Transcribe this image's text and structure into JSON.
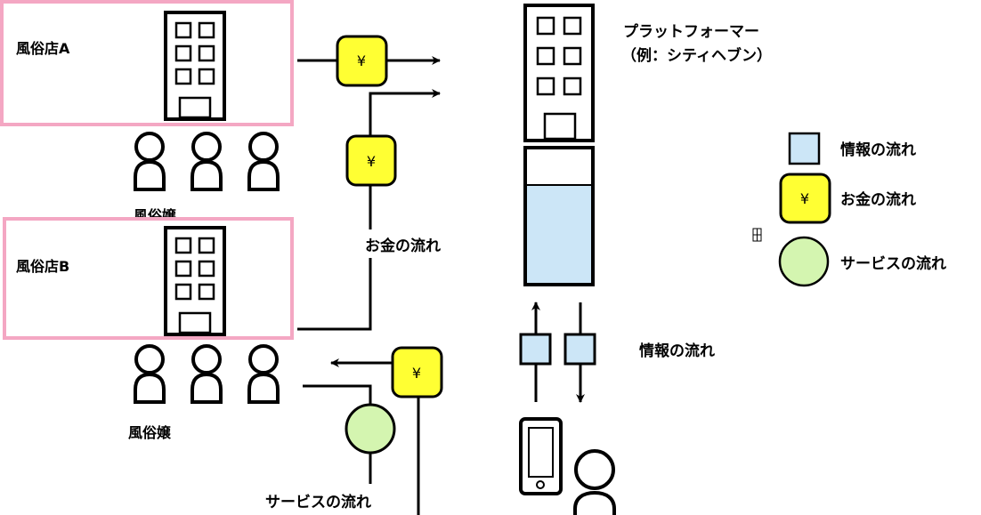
{
  "shop_a": {
    "label": "風俗店A"
  },
  "shop_b": {
    "label": "風俗店B"
  },
  "workers_a": {
    "label": "風俗嬢"
  },
  "workers_b": {
    "label": "風俗嬢"
  },
  "platform": {
    "title": "プラットフォーマー",
    "example": "（例：シティヘブン）"
  },
  "money_flow_label": "お金の流れ",
  "info_flow_label": "情報の流れ",
  "service_flow_label": "サービスの流れ",
  "yen_symbol": "¥",
  "legend": {
    "info": "情報の流れ",
    "money": "お金の流れ",
    "service": "サービスの流れ"
  },
  "colors": {
    "shop_border": "#f4a7c3",
    "yen_fill": "#ffff33",
    "info_fill": "#cce6f7",
    "service_fill": "#d4f5b0"
  }
}
